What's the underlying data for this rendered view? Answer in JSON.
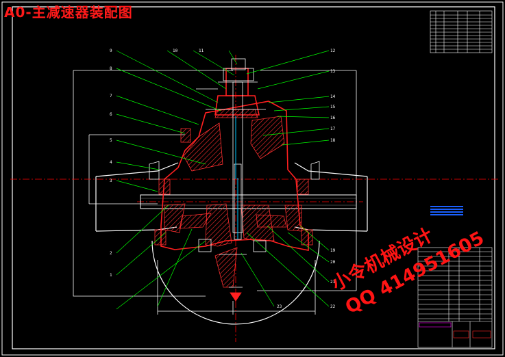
{
  "title": "A0-主减速器装配图",
  "watermark": {
    "line1": "小令机械设计",
    "line2": "QQ 414951605"
  },
  "callouts_left": [
    "9",
    "8",
    "7",
    "6",
    "5",
    "4",
    "3",
    "2",
    "1"
  ],
  "callouts_top": [
    "10",
    "11",
    "12"
  ],
  "callouts_right": [
    "13",
    "14",
    "15",
    "16",
    "17",
    "18",
    "19",
    "20",
    "21",
    "22",
    "23"
  ],
  "colors": {
    "frame": "#ffffff",
    "leader": "#00ff00",
    "section": "#ff2020",
    "hatch": "#ff3030",
    "watermark": "#ff1414",
    "centerline": "#ff0000",
    "shaft": "#00ffff",
    "dimension": "#ffffff"
  }
}
